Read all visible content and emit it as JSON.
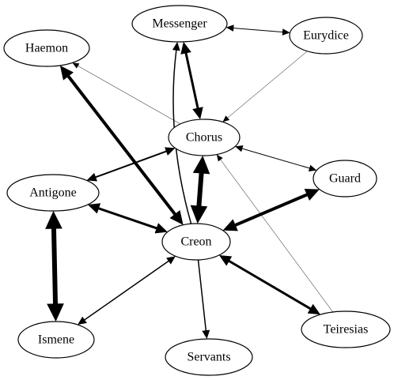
{
  "diagram": {
    "nodes": [
      {
        "id": "messenger",
        "label": "Messenger"
      },
      {
        "id": "eurydice",
        "label": "Eurydice"
      },
      {
        "id": "haemon",
        "label": "Haemon"
      },
      {
        "id": "chorus",
        "label": "Chorus"
      },
      {
        "id": "guard",
        "label": "Guard"
      },
      {
        "id": "antigone",
        "label": "Antigone"
      },
      {
        "id": "creon",
        "label": "Creon"
      },
      {
        "id": "ismene",
        "label": "Ismene"
      },
      {
        "id": "teiresias",
        "label": "Teiresias"
      },
      {
        "id": "servants",
        "label": "Servants"
      }
    ],
    "edges": [
      {
        "id": "messenger-eurydice",
        "source": "messenger",
        "target": "eurydice",
        "directed": "both",
        "weight": 1
      },
      {
        "id": "messenger-chorus",
        "source": "messenger",
        "target": "chorus",
        "directed": "both",
        "weight": 3
      },
      {
        "id": "creon-messenger",
        "source": "creon",
        "target": "messenger",
        "directed": "forward",
        "weight": 1.5
      },
      {
        "id": "chorus-haemon",
        "source": "chorus",
        "target": "haemon",
        "directed": "forward",
        "weight": 0.5
      },
      {
        "id": "eurydice-chorus",
        "source": "eurydice",
        "target": "chorus",
        "directed": "forward",
        "weight": 0.5
      },
      {
        "id": "creon-haemon",
        "source": "creon",
        "target": "haemon",
        "directed": "both",
        "weight": 4
      },
      {
        "id": "chorus-antigone",
        "source": "chorus",
        "target": "antigone",
        "directed": "both",
        "weight": 2
      },
      {
        "id": "chorus-guard",
        "source": "chorus",
        "target": "guard",
        "directed": "both",
        "weight": 1
      },
      {
        "id": "chorus-creon",
        "source": "chorus",
        "target": "creon",
        "directed": "both",
        "weight": 6
      },
      {
        "id": "teiresias-chorus",
        "source": "teiresias",
        "target": "chorus",
        "directed": "forward",
        "weight": 0.5
      },
      {
        "id": "antigone-creon",
        "source": "antigone",
        "target": "creon",
        "directed": "both",
        "weight": 3
      },
      {
        "id": "guard-creon",
        "source": "guard",
        "target": "creon",
        "directed": "both",
        "weight": 4
      },
      {
        "id": "antigone-ismene",
        "source": "antigone",
        "target": "ismene",
        "directed": "both",
        "weight": 6
      },
      {
        "id": "creon-ismene",
        "source": "creon",
        "target": "ismene",
        "directed": "both",
        "weight": 1.5
      },
      {
        "id": "creon-teiresias",
        "source": "creon",
        "target": "teiresias",
        "directed": "both",
        "weight": 3
      },
      {
        "id": "creon-servants",
        "source": "creon",
        "target": "servants",
        "directed": "forward",
        "weight": 1.5
      }
    ]
  }
}
